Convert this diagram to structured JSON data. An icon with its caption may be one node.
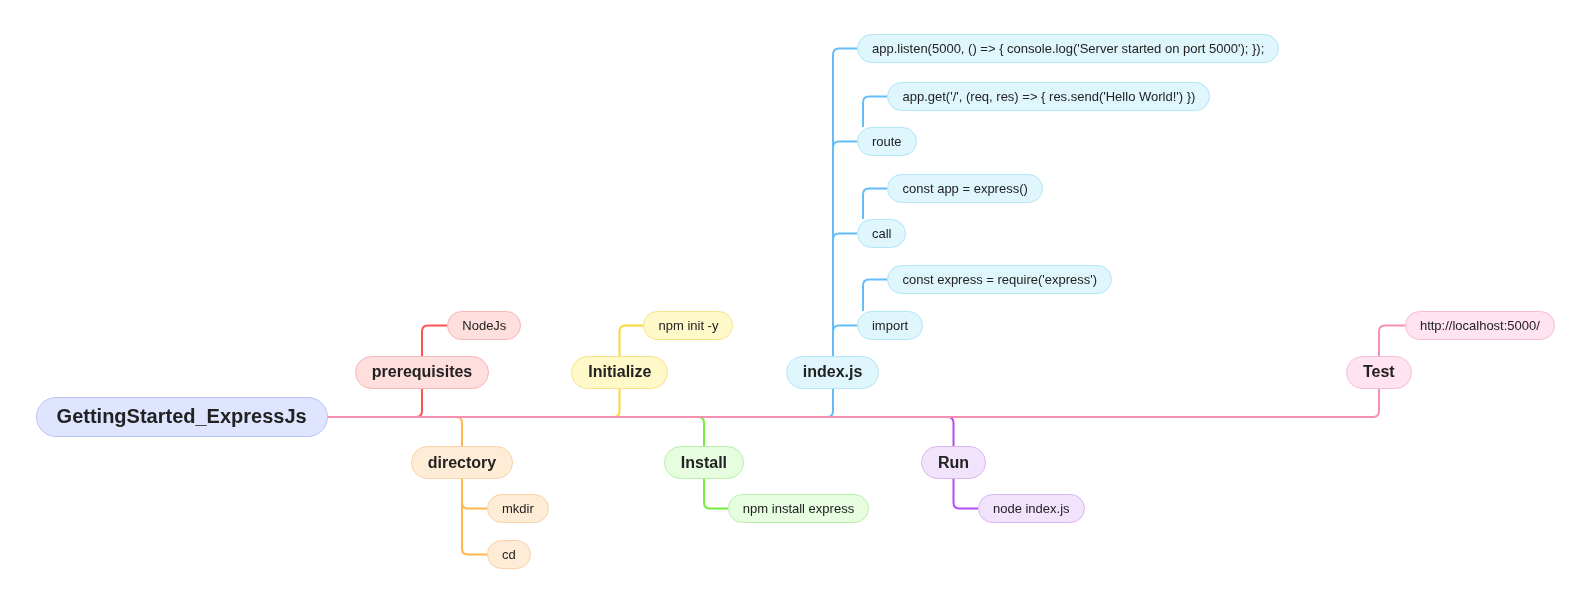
{
  "diagram": {
    "nodes": [
      {
        "text": [
          "GettingStarted_ExpressJs"
        ]
      },
      {
        "text": [
          "prerequisites"
        ]
      },
      {
        "text": [
          "NodeJs"
        ]
      },
      {
        "text": [
          "directory"
        ]
      },
      {
        "text": [
          "mkdir"
        ]
      },
      {
        "text": [
          "cd"
        ]
      },
      {
        "text": [
          "Initialize"
        ]
      },
      {
        "text": [
          "npm init -y"
        ]
      },
      {
        "text": [
          "Install"
        ]
      },
      {
        "text": [
          "npm install express"
        ]
      },
      {
        "text": [
          "index.js"
        ]
      },
      {
        "text": [
          "import"
        ]
      },
      {
        "text": [
          "const express = require('express')"
        ]
      },
      {
        "text": [
          "call"
        ]
      },
      {
        "text": [
          "const app = express()"
        ]
      },
      {
        "text": [
          "route"
        ]
      },
      {
        "text": [
          "app.get('/', (req, res) => { res.send('Hello World!') })"
        ]
      },
      {
        "text": [
          "app.listen(5000, () => { console.log('Server started on port 5000'); });"
        ]
      },
      {
        "text": [
          "Run"
        ]
      },
      {
        "text": [
          "node index.js"
        ]
      },
      {
        "text": [
          "Test"
        ]
      },
      {
        "text": [
          "http://localhost:5000/"
        ]
      }
    ],
    "edges": [
      {
        "from": 0,
        "to": 1,
        "arrow": "none",
        "color": "#ff5252"
      },
      {
        "from": 1,
        "to": 2,
        "arrow": "none",
        "color": "#ff5252"
      },
      {
        "from": 0,
        "to": 3,
        "arrow": "none",
        "color": "#ffb74d"
      },
      {
        "from": 3,
        "to": 4,
        "arrow": "none",
        "color": "#ffb74d"
      },
      {
        "from": 3,
        "to": 5,
        "arrow": "none",
        "color": "#ffb74d"
      },
      {
        "from": 0,
        "to": 6,
        "arrow": "none",
        "color": "#fdd835"
      },
      {
        "from": 6,
        "to": 7,
        "arrow": "none",
        "color": "#fdd835"
      },
      {
        "from": 0,
        "to": 8,
        "arrow": "none",
        "color": "#76ee3c"
      },
      {
        "from": 8,
        "to": 9,
        "arrow": "none",
        "color": "#76ee3c"
      },
      {
        "from": 0,
        "to": 10,
        "arrow": "none"
      },
      {
        "from": 10,
        "to": 11,
        "arrow": "none"
      },
      {
        "from": 11,
        "to": 12,
        "arrow": "none"
      },
      {
        "from": 10,
        "to": 13,
        "arrow": "none"
      },
      {
        "from": 13,
        "to": 14,
        "arrow": "none"
      },
      {
        "from": 10,
        "to": 15,
        "arrow": "none"
      },
      {
        "from": 15,
        "to": 16,
        "arrow": "none"
      },
      {
        "from": 10,
        "to": 17,
        "arrow": "none"
      },
      {
        "from": 0,
        "to": 18,
        "arrow": "none",
        "color": "#b44ef0"
      },
      {
        "from": 18,
        "to": 19,
        "arrow": "none",
        "color": "#b44ef0"
      },
      {
        "from": 0,
        "to": 20,
        "arrow": "none",
        "color": "#f48fb1"
      },
      {
        "from": 20,
        "to": 21,
        "arrow": "none",
        "color": "#f48fb1"
      }
    ]
  }
}
